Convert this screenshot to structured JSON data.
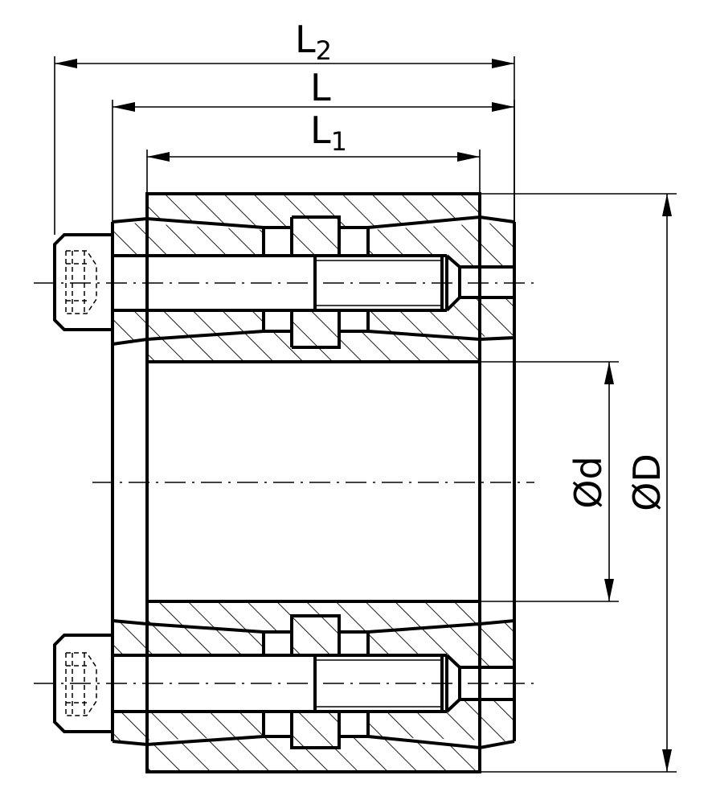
{
  "dimensions": {
    "L2": {
      "letter": "L",
      "sub": "2"
    },
    "L": {
      "letter": "L"
    },
    "L1": {
      "letter": "L",
      "sub": "1"
    },
    "d": "Ød",
    "D": "ØD"
  }
}
